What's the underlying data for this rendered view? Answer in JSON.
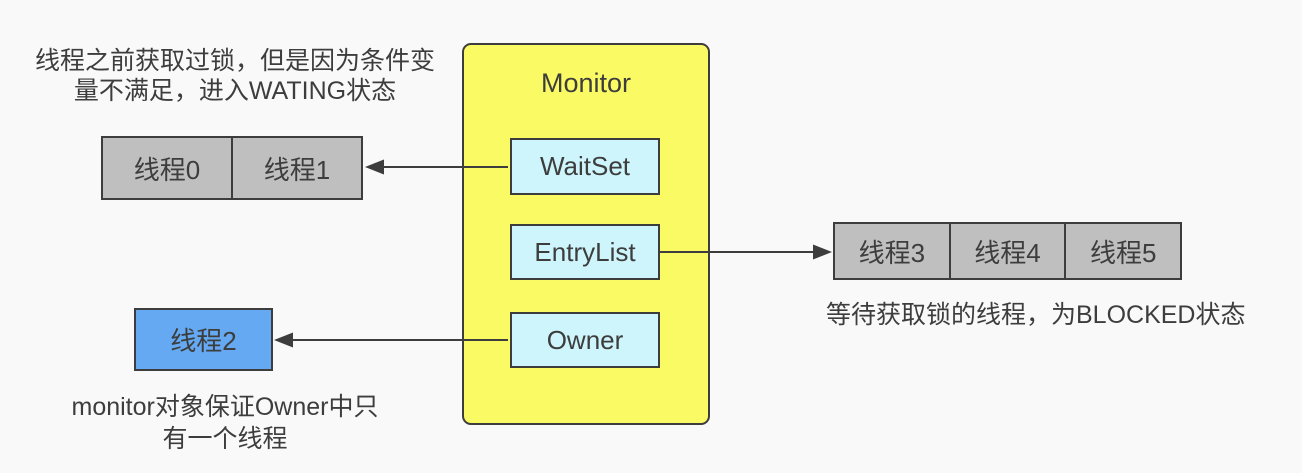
{
  "colors": {
    "background": "#f9f9f9",
    "monitor_fill": "#fafa64",
    "slot_fill": "#cdf5fb",
    "thread_fill": "#bfbfbf",
    "owner_thread_fill": "#64a9f1",
    "stroke": "#3d3d3d"
  },
  "monitor": {
    "title": "Monitor",
    "slots": [
      {
        "label": "WaitSet"
      },
      {
        "label": "EntryList"
      },
      {
        "label": "Owner"
      }
    ]
  },
  "wait_set_threads": [
    "线程0",
    "线程1"
  ],
  "entry_list_threads": [
    "线程3",
    "线程4",
    "线程5"
  ],
  "owner_thread": "线程2",
  "notes": {
    "wait_set": "线程之前获取过锁，但是因为条件变\n量不满足，进入WATING状态",
    "entry_list": "等待获取锁的线程，为BLOCKED状态",
    "owner": "monitor对象保证Owner中只\n有一个线程"
  }
}
